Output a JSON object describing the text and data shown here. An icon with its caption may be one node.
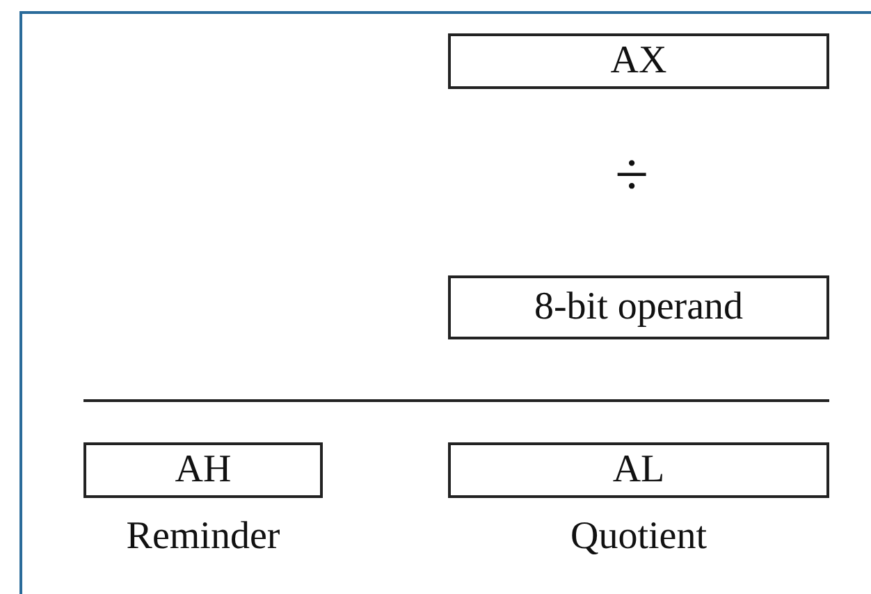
{
  "diagram": {
    "nodes": [
      {
        "text": [
          "AX"
        ]
      },
      {
        "text": [
          "8-bit operand"
        ]
      },
      {
        "text": [
          "AH"
        ],
        "beside": [
          "Reminder"
        ]
      },
      {
        "text": [
          "AL"
        ],
        "beside": [
          "Quotient"
        ]
      }
    ],
    "labels": [
      "÷"
    ]
  }
}
